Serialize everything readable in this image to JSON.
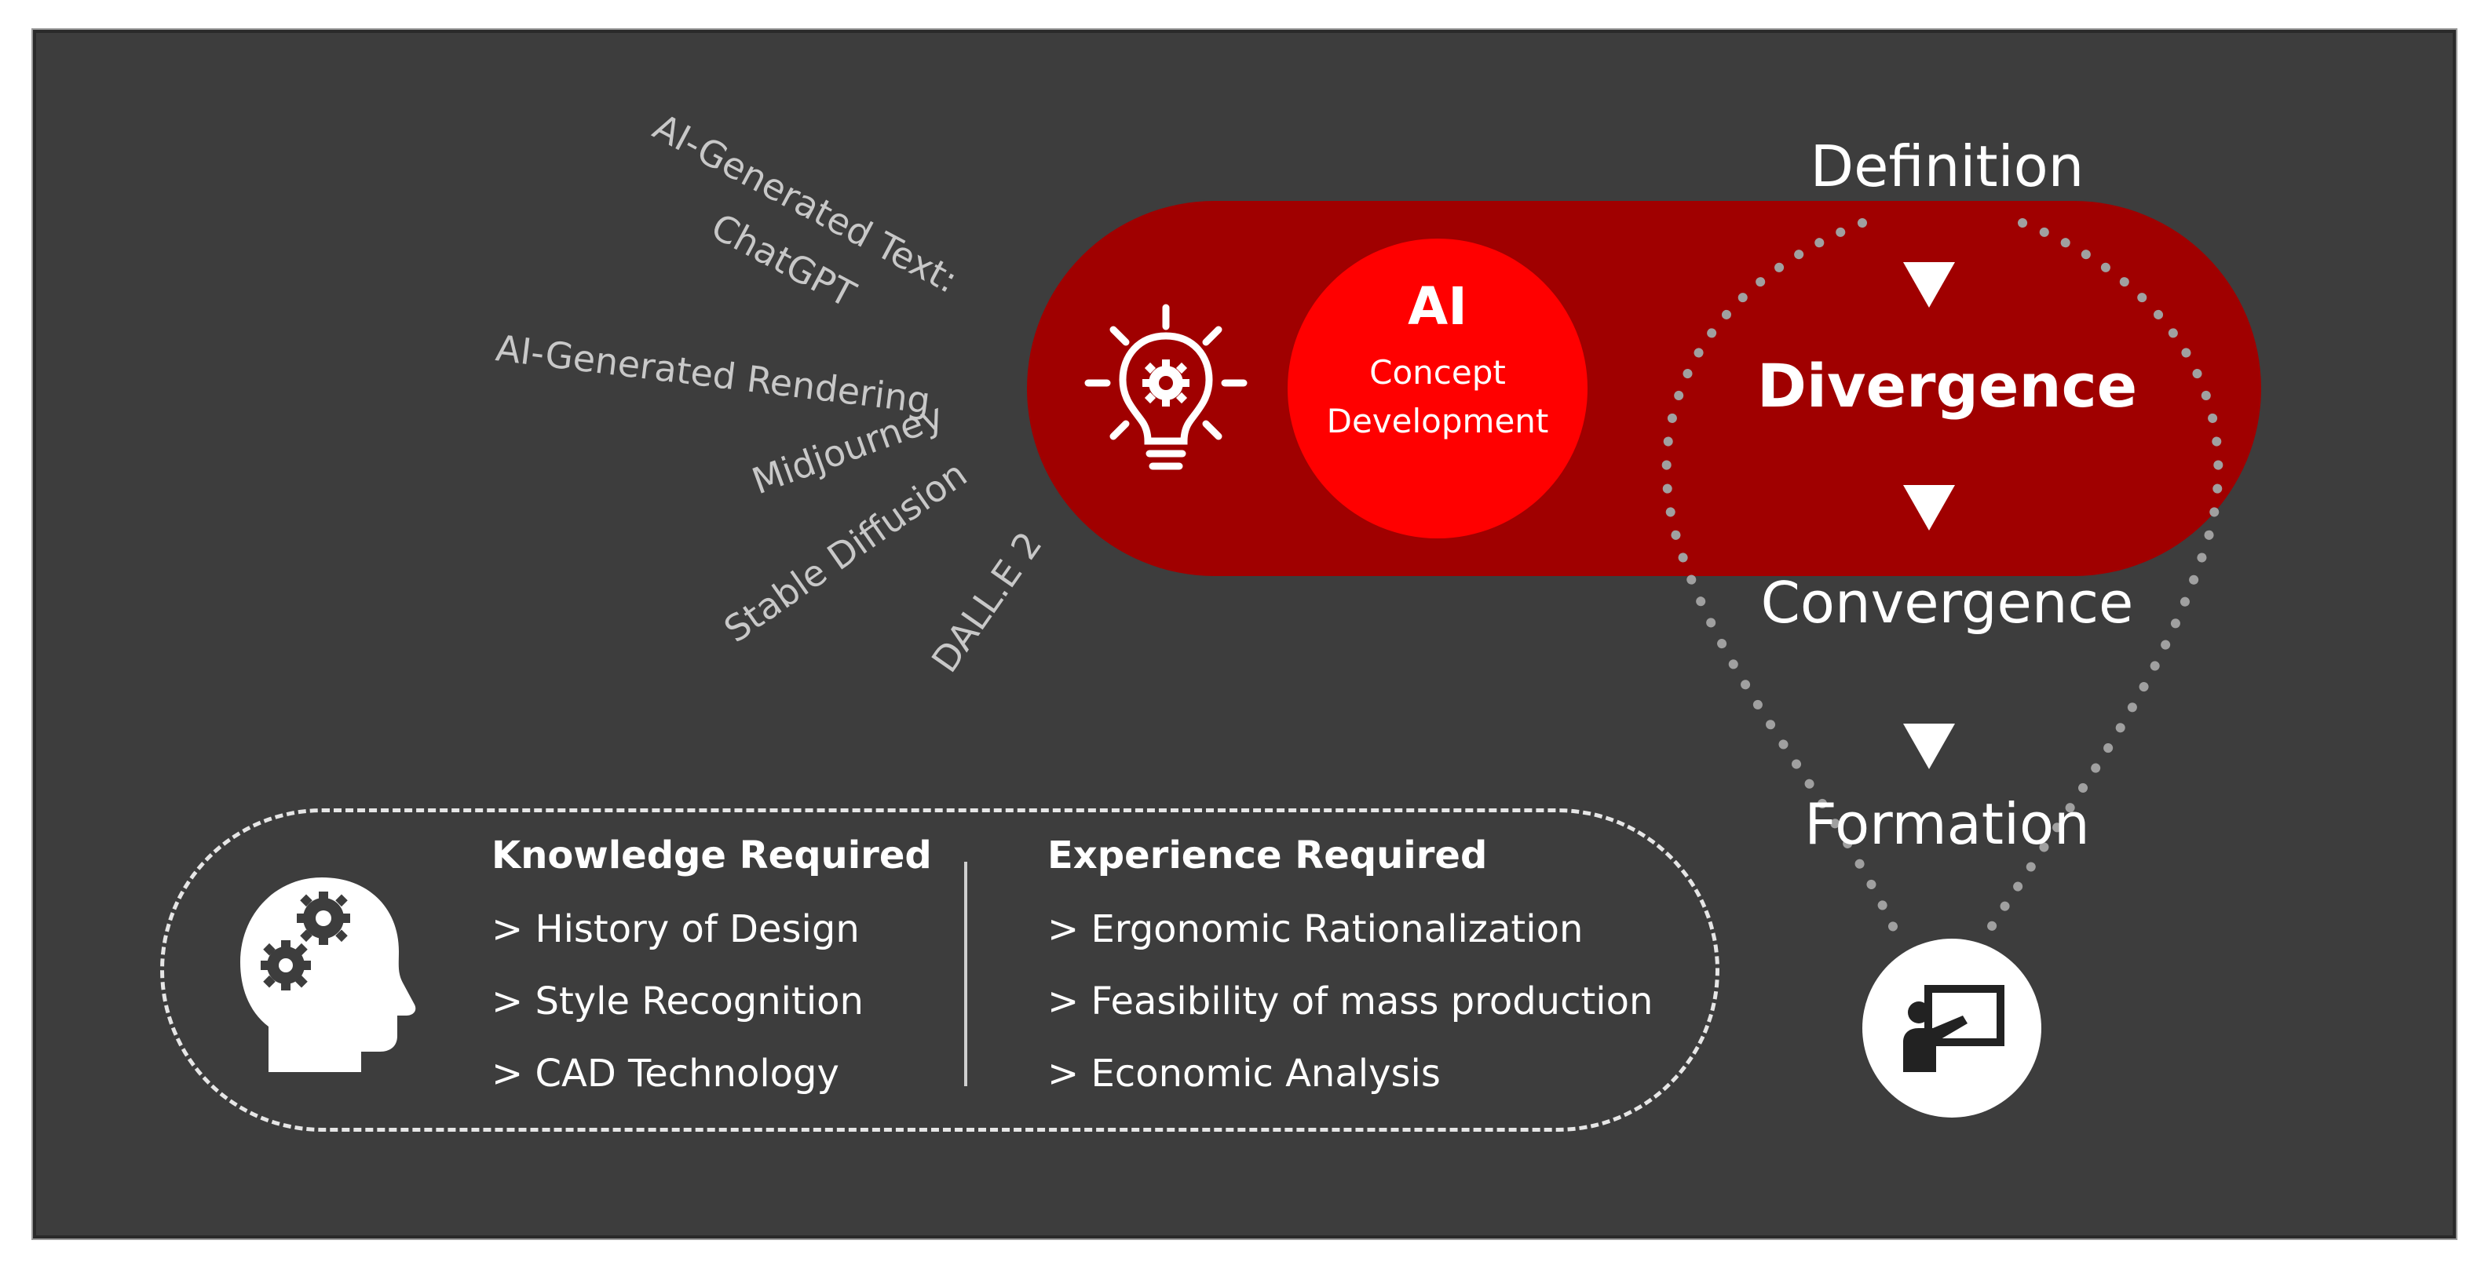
{
  "ai_tools": {
    "text_label_line1": "AI-Generated Text:",
    "text_label_line2": "ChatGPT",
    "rendering_label": "AI-Generated Rendering",
    "midjourney": "Midjourney",
    "stable_diffusion": "Stable Diffusion",
    "dalle": "DALL.E 2"
  },
  "concept": {
    "main": "AI",
    "sub_line1": "Concept",
    "sub_line2": "Development",
    "icon": "lightbulb-gear-icon"
  },
  "process": {
    "stages": [
      "Definition",
      "Divergence",
      "Convergence",
      "Formation"
    ],
    "arrow_icon": "down-triangle-icon"
  },
  "knowledge": {
    "heading": "Knowledge Required",
    "items": [
      "> History of Design",
      "> Style Recognition",
      "> CAD Technology"
    ]
  },
  "experience": {
    "heading": "Experience Required",
    "items": [
      "> Ergonomic Rationalization",
      "> Feasibility of mass production",
      "> Economic Analysis"
    ]
  },
  "icons": {
    "head": "head-gears-icon",
    "teacher": "presenter-board-icon"
  },
  "colors": {
    "background": "#3d3d3d",
    "capsule": "#a00000",
    "highlight": "#ff0000",
    "text": "#ffffff",
    "muted_text": "#c8c8c8"
  }
}
